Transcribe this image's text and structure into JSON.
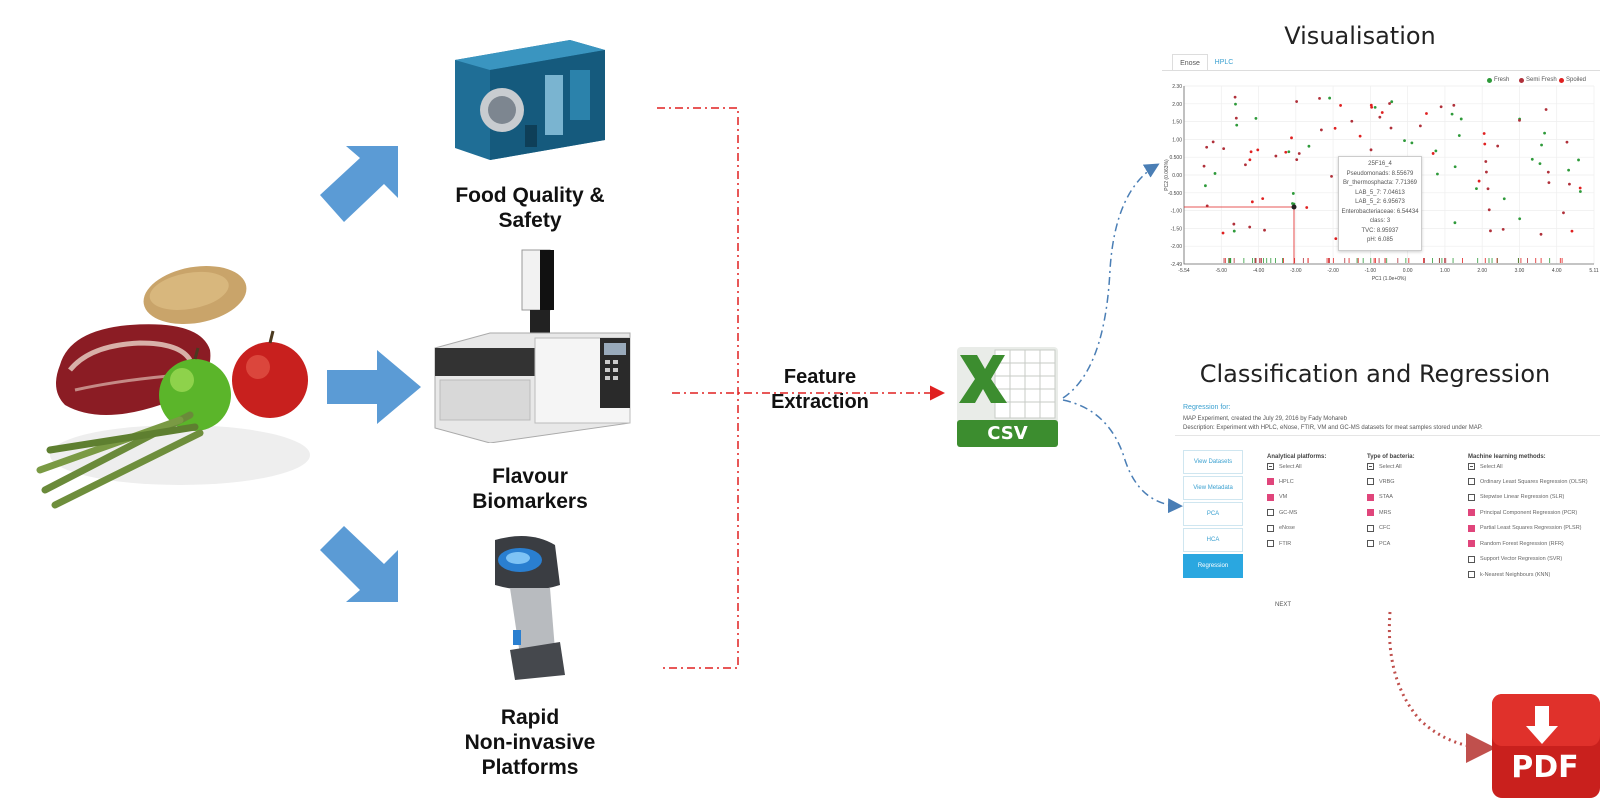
{
  "labels": {
    "food_quality": [
      "Food Quality &",
      "Safety"
    ],
    "flavour": [
      "Flavour",
      "Biomarkers"
    ],
    "rapid": [
      "Rapid",
      "Non-invasive",
      "Platforms"
    ],
    "feature_extraction": [
      "Feature",
      "Extraction"
    ],
    "csv": "CSV",
    "pdf": "PDF"
  },
  "visualisation": {
    "title": "Visualisation",
    "tabs": [
      "Enose",
      "HPLC"
    ],
    "legend": [
      "Fresh",
      "Semi Fresh",
      "Spoiled"
    ],
    "y_ticks": [
      "2.30",
      "2.00",
      "1.50",
      "1.00",
      "0.500",
      "0.00",
      "-0.500",
      "-1.00",
      "-1.50",
      "-2.00",
      "-2.49"
    ],
    "x_ticks": [
      "-5.54",
      "-5.00",
      "-4.00",
      "-3.00",
      "-2.00",
      "-1.00",
      "0.00",
      "1.00",
      "2.00",
      "3.00",
      "4.00",
      "5.11"
    ],
    "ylabel": "PC2 (0.063%)",
    "xlabel": "PC1 (1.0e+0%)",
    "tooltip": [
      "25F16_4",
      "Pseudomonads: 8.55679",
      "Br_thermosphacta: 7.71369",
      "LAB_5_7: 7.04613",
      "LAB_5_2: 6.95673",
      "Enterobacteriaceae: 6.54434",
      "class: 3",
      "TVC: 8.95937",
      "pH: 6.085"
    ],
    "colors": {
      "fresh": "#2e9a3a",
      "semi": "#b0303a",
      "spoiled": "#e02020"
    }
  },
  "classification": {
    "title": "Classification and Regression",
    "regression_for": "Regression for:",
    "experiment_line": "MAP Experiment, created the July 29, 2016 by Fady Mohareb",
    "description_line": "Description: Experiment with HPLC, eNose, FTIR, VM and GC-MS datasets for meat samples stored under MAP.",
    "side_buttons": [
      "View Datasets",
      "View Metadata",
      "PCA",
      "HCA",
      "Regression"
    ],
    "analytical": {
      "header": "Analytical platforms:",
      "select_all": "Select All",
      "items": [
        "HPLC",
        "VM",
        "GC-MS",
        "eNose",
        "FTIR"
      ],
      "checked": [
        true,
        true,
        false,
        false,
        false
      ]
    },
    "bacteria": {
      "header": "Type of bacteria:",
      "select_all": "Select All",
      "items": [
        "VRBG",
        "STAA",
        "MRS",
        "CFC",
        "PCA"
      ],
      "checked": [
        false,
        true,
        true,
        false,
        false
      ]
    },
    "ml": {
      "header": "Machine learning methods:",
      "select_all": "Select All",
      "items": [
        "Ordinary Least Squares Regression (OLSR)",
        "Stepwise Linear Regression (SLR)",
        "Principal Component Regression (PCR)",
        "Partial Least Squares Regression (PLSR)",
        "Random Forest Regression (RFR)",
        "Support Vector Regression (SVR)",
        "k-Nearest Neighbours (KNN)"
      ],
      "checked": [
        false,
        false,
        true,
        true,
        true,
        false,
        false
      ]
    },
    "next": "NEXT"
  }
}
